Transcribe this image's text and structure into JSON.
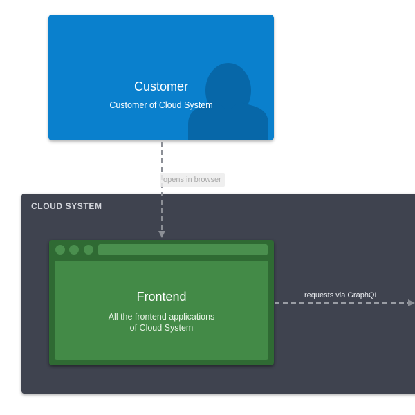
{
  "boundary": {
    "label": "CLOUD SYSTEM"
  },
  "customer": {
    "title": "Customer",
    "description": "Customer of Cloud System"
  },
  "frontend": {
    "title": "Frontend",
    "description_line1": "All the frontend applications",
    "description_line2": "of Cloud System"
  },
  "edges": [
    {
      "label": "opens in browser"
    },
    {
      "label": "requests via GraphQL"
    }
  ],
  "colors": {
    "person_fill": "#0a80cd",
    "webapp_fill": "#438a47",
    "webapp_frame": "#2f6a33",
    "boundary_fill": "#3f434f",
    "edge_stroke": "#8c8f96"
  }
}
